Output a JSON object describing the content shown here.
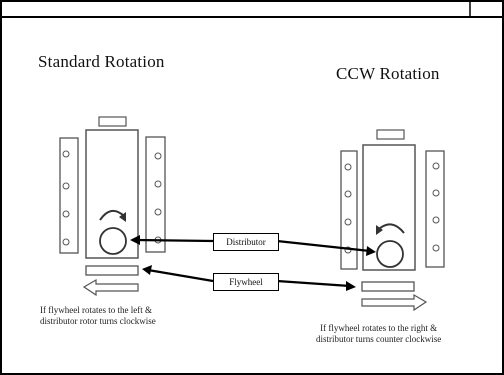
{
  "diagram": {
    "left": {
      "title": "Standard Rotation",
      "caption_line1": "If flywheel rotates to the left &",
      "caption_line2": "distributor rotor turns clockwise"
    },
    "right": {
      "title": "CCW Rotation",
      "caption_line1": "If flywheel rotates to the right &",
      "caption_line2": "distributor turns counter clockwise"
    },
    "labels": {
      "distributor": "Distributor",
      "flywheel": "Flywheel"
    }
  }
}
